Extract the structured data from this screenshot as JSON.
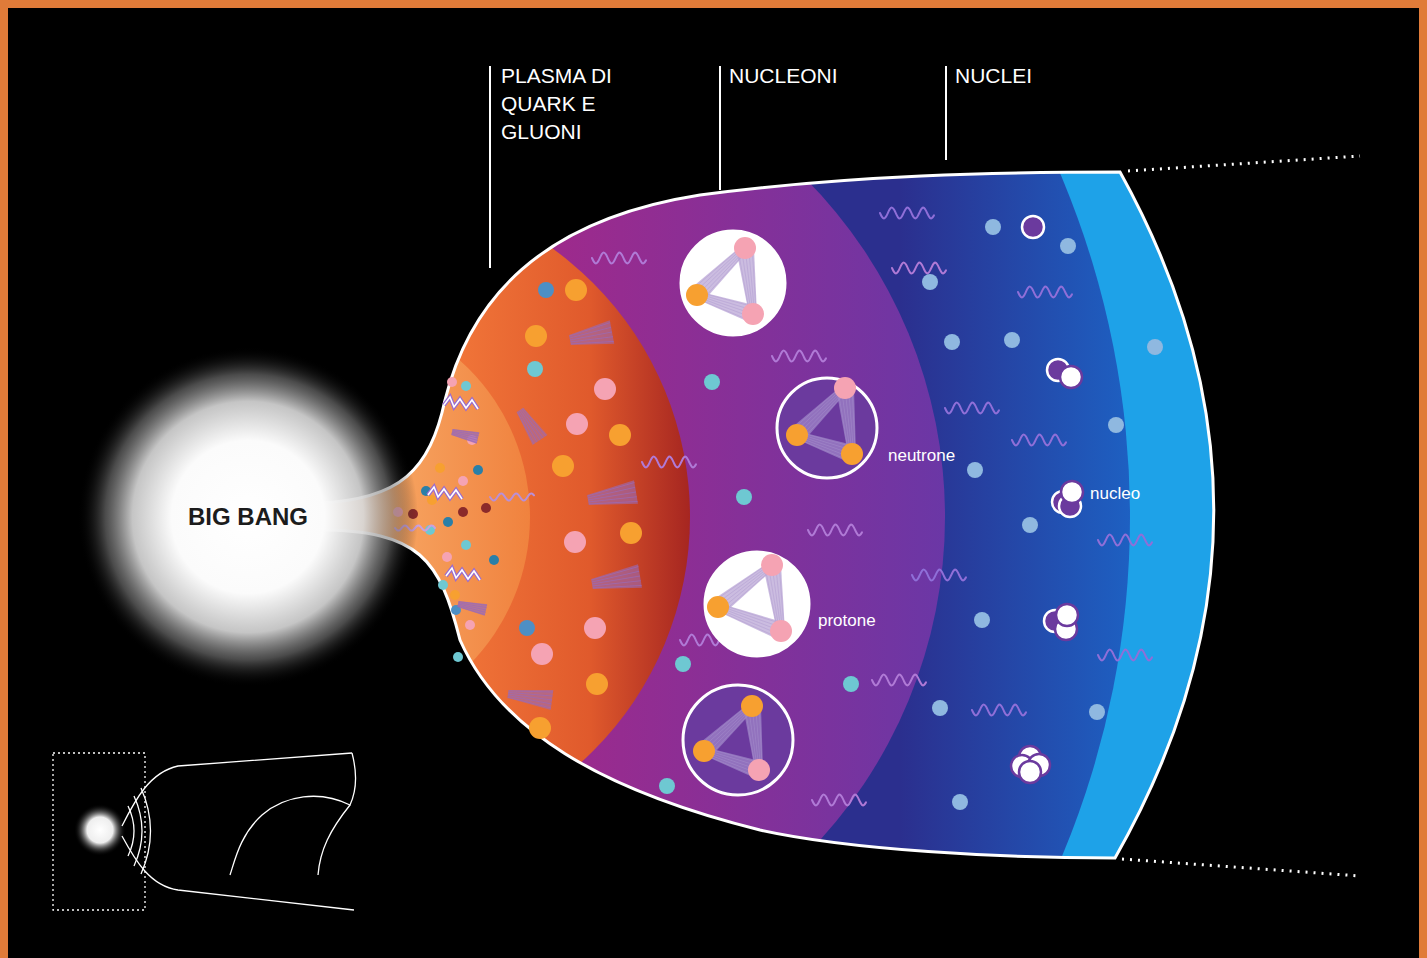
{
  "diagram": {
    "nodes": [
      {
        "text": [
          "BIG BANG"
        ]
      }
    ],
    "labels": [
      "PLASMA DI QUARK E GLUONI",
      "NUCLEONI",
      "NUCLEI",
      "neutrone",
      "nucleo",
      "protone"
    ]
  }
}
